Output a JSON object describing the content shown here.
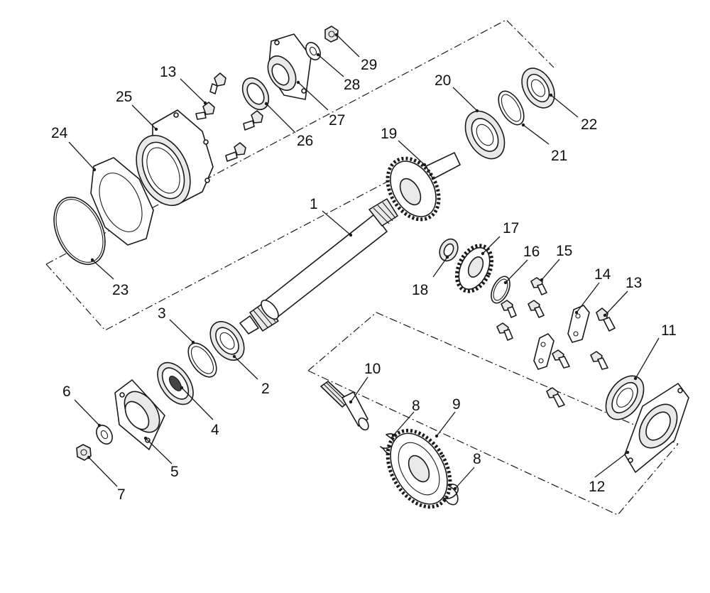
{
  "callouts": [
    {
      "id": "c1",
      "label": "1"
    },
    {
      "id": "c2",
      "label": "2"
    },
    {
      "id": "c3",
      "label": "3"
    },
    {
      "id": "c4",
      "label": "4"
    },
    {
      "id": "c5",
      "label": "5"
    },
    {
      "id": "c6",
      "label": "6"
    },
    {
      "id": "c7",
      "label": "7"
    },
    {
      "id": "c8a",
      "label": "8"
    },
    {
      "id": "c8b",
      "label": "8"
    },
    {
      "id": "c9",
      "label": "9"
    },
    {
      "id": "c10",
      "label": "10"
    },
    {
      "id": "c11",
      "label": "11"
    },
    {
      "id": "c12",
      "label": "12"
    },
    {
      "id": "c13a",
      "label": "13"
    },
    {
      "id": "c13b",
      "label": "13"
    },
    {
      "id": "c14",
      "label": "14"
    },
    {
      "id": "c15",
      "label": "15"
    },
    {
      "id": "c16",
      "label": "16"
    },
    {
      "id": "c17",
      "label": "17"
    },
    {
      "id": "c18",
      "label": "18"
    },
    {
      "id": "c19",
      "label": "19"
    },
    {
      "id": "c20",
      "label": "20"
    },
    {
      "id": "c21",
      "label": "21"
    },
    {
      "id": "c22",
      "label": "22"
    },
    {
      "id": "c23",
      "label": "23"
    },
    {
      "id": "c24",
      "label": "24"
    },
    {
      "id": "c25",
      "label": "25"
    },
    {
      "id": "c26",
      "label": "26"
    },
    {
      "id": "c27",
      "label": "27"
    },
    {
      "id": "c28",
      "label": "28"
    },
    {
      "id": "c29",
      "label": "29"
    }
  ]
}
